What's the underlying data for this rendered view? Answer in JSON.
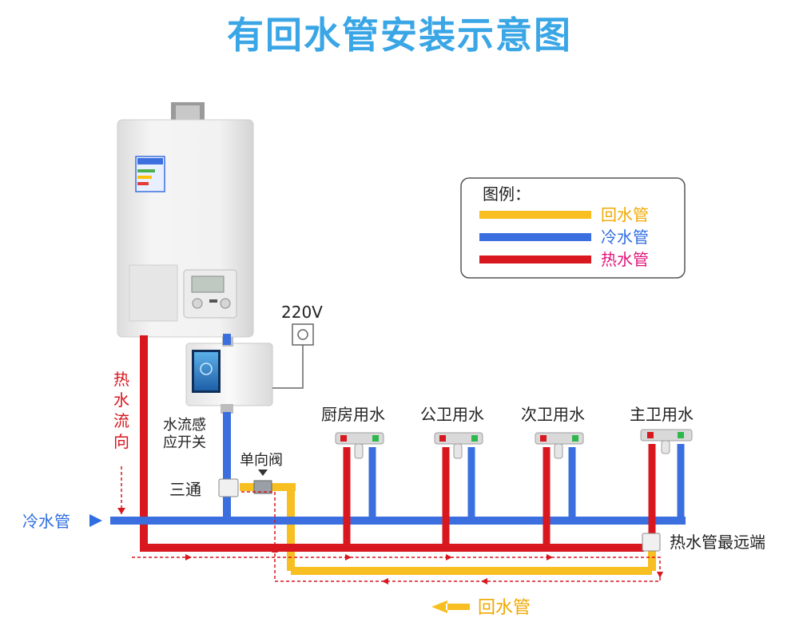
{
  "title": "有回水管安装示意图",
  "legend": {
    "heading": "图例：",
    "items": [
      {
        "label": "回水管",
        "color": "#f7bf22",
        "text_color": "#f0a800"
      },
      {
        "label": "冷水管",
        "color": "#3b6fe0",
        "text_color": "#2f6ee0"
      },
      {
        "label": "热水管",
        "color": "#d8171e",
        "text_color": "#e0157a"
      }
    ]
  },
  "labels": {
    "power": "220V",
    "flow_sensor_line1": "水流感",
    "flow_sensor_line2": "应开关",
    "check_valve": "单向阀",
    "tee": "三通",
    "cold_inlet": "冷水管",
    "hot_flow_chars": [
      "热",
      "水",
      "流",
      "向"
    ],
    "farthest_end": "热水管最远端",
    "return_pipe": "回水管"
  },
  "outlets": [
    {
      "label": "厨房用水"
    },
    {
      "label": "公卫用水"
    },
    {
      "label": "次卫用水"
    },
    {
      "label": "主卫用水"
    }
  ],
  "colors": {
    "hot": "#d8171e",
    "cold": "#3b6fe0",
    "return": "#f7bf22",
    "title": "#3aa6e6",
    "label_red": "#d8171e",
    "label_blue": "#2f6ee0"
  }
}
